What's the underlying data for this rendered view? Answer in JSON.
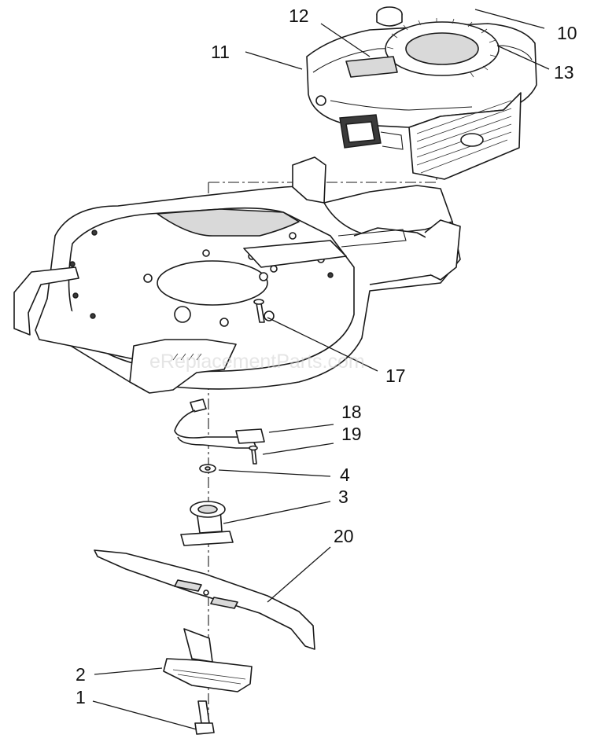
{
  "diagram": {
    "watermark": "eReplacementParts.com",
    "callouts": [
      {
        "id": "10",
        "label": "10"
      },
      {
        "id": "11",
        "label": "11"
      },
      {
        "id": "12",
        "label": "12"
      },
      {
        "id": "13",
        "label": "13"
      },
      {
        "id": "17",
        "label": "17"
      },
      {
        "id": "18",
        "label": "18"
      },
      {
        "id": "19",
        "label": "19"
      },
      {
        "id": "4",
        "label": "4"
      },
      {
        "id": "3",
        "label": "3"
      },
      {
        "id": "20",
        "label": "20"
      },
      {
        "id": "2",
        "label": "2"
      },
      {
        "id": "1",
        "label": "1"
      }
    ]
  }
}
